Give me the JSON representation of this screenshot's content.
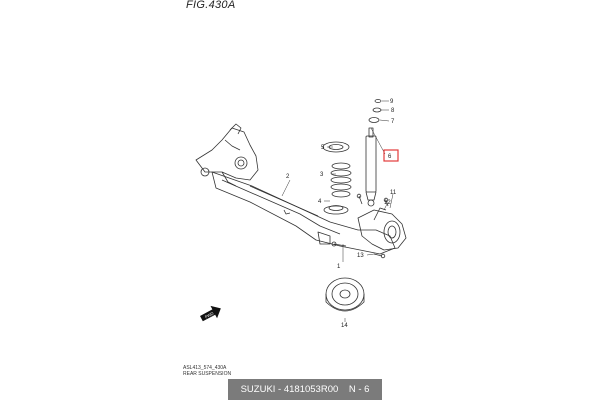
{
  "figure": {
    "title": "FIG.430A"
  },
  "caption": {
    "line1": "ASL413_574_430A",
    "line2": "REAR SUSPENSION"
  },
  "footer": {
    "text": "SUZUKI - 4181053R00    N - 6"
  },
  "labels": {
    "l1": "1",
    "l2": "2",
    "l3": "3",
    "l4": "4",
    "l5": "5",
    "l6": "6",
    "l7": "7",
    "l8": "8",
    "l9": "9",
    "l11": "11",
    "l12": "12",
    "l13": "13",
    "l14": "14"
  },
  "colors": {
    "highlight": "#e23b3b",
    "footer_bg": "#7b7b7b",
    "line": "#333333"
  },
  "icons": {
    "front_arrow": "fwd-arrow-icon"
  }
}
